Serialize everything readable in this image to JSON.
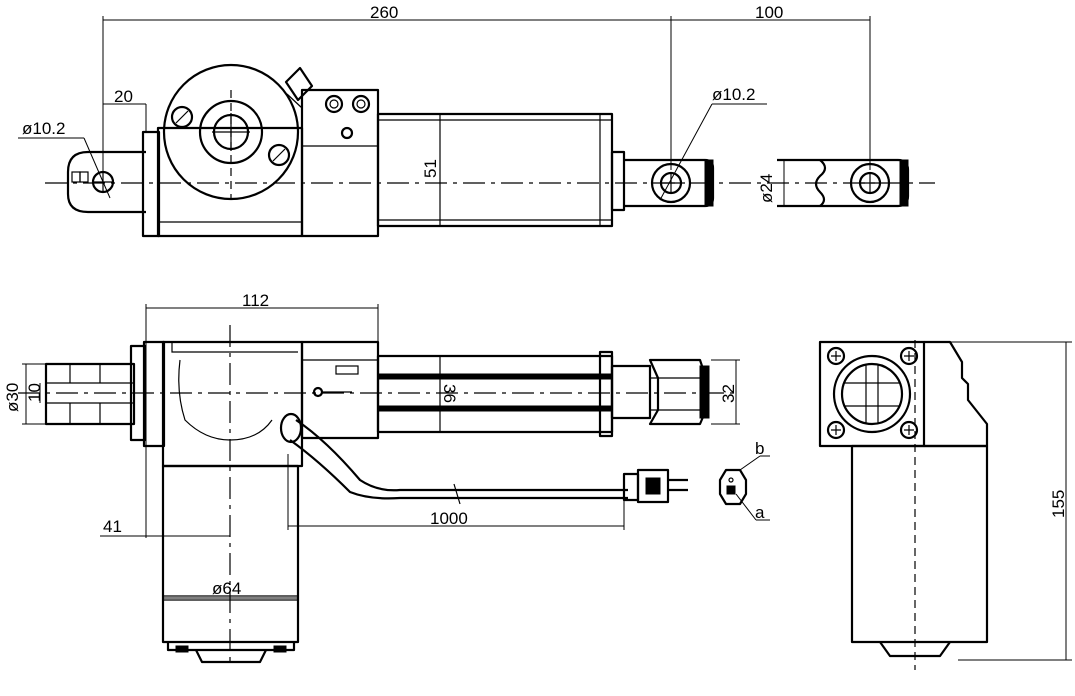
{
  "dimensions": {
    "top_overall": "260",
    "top_stroke": "100",
    "top_offset": "20",
    "top_rear_hole": "ø10.2",
    "top_front_hole": "ø10.2",
    "top_height": "51",
    "top_rod_dia": "ø24",
    "front_width": "112",
    "front_rear_outer": "ø30",
    "front_rear_inner": "10",
    "front_tube_dia": "36",
    "front_rod_end": "32",
    "front_motor_offset": "41",
    "front_cable_length": "1000",
    "front_motor_dia": "ø64",
    "side_height": "155"
  },
  "connector": {
    "pin_b": "b",
    "pin_a": "a"
  }
}
